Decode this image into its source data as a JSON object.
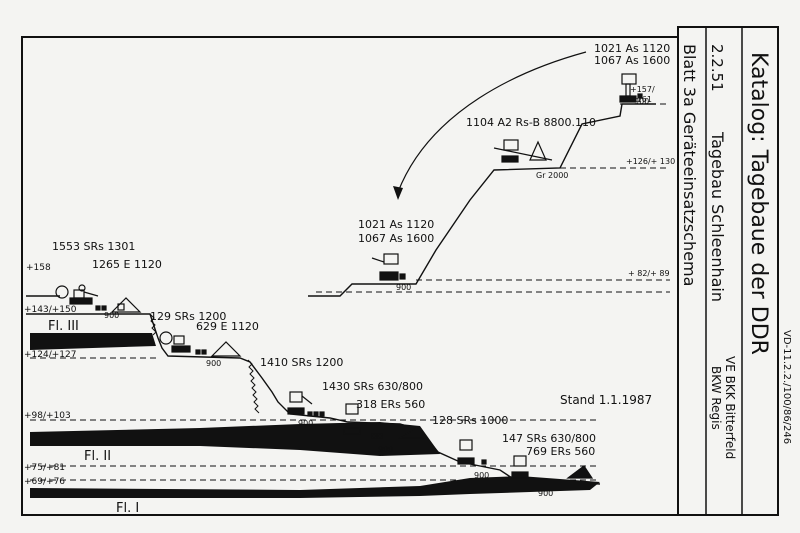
{
  "catalog": {
    "title": "Katalog: Tagebaue der DDR",
    "number": "2.2.51",
    "mine_name": "Tagebau Schleenhain",
    "sheet": "Blatt 3a  Geräteeinsatzschema",
    "company_line1": "VE BKK Bitterfeld",
    "company_line2": "BKW Regis",
    "archive_code": "VD-11.2.2./100/86/246"
  },
  "stand": "Stand  1.1.1987",
  "seams": {
    "seam3": "Fl. III",
    "seam2": "Fl. II",
    "seam1": "Fl. I"
  },
  "levels": {
    "l158": "+158",
    "l143": "+143/+150",
    "l124": "+124/+127",
    "l98": "+98/+103",
    "l75": "+75/+81",
    "l69": "+69/+76",
    "l157": "+157/",
    "l161": "+161",
    "l126": "+126/+ 130",
    "l82": "+ 82/+ 89"
  },
  "equipment": {
    "e1553": "1553 SRs 1301",
    "e1265": "1265  E 1120",
    "e129": "129  SRs  1200",
    "e629": "629  E 1120",
    "e1410": "1410  SRs 1200",
    "e1430": "1430  SRs 630/800",
    "e318": "318  ERs 560",
    "e128": "128   SRs 1000",
    "e147": "147  SRs 630/800",
    "e769": "769  ERs 560",
    "e1021a": "1021 As 1120",
    "e1067a": "1067 As 1600",
    "e1104": "1104  A2 Rs-B  8800.110",
    "e1021b": "1021  As  1120",
    "e1067b": "1067  As  1600"
  },
  "gauges": {
    "g1": "900",
    "g2": "900",
    "g3": "900",
    "g4": "900",
    "g5": "900",
    "g6": "900",
    "g7": "900",
    "g8": "900",
    "gr2000": "Gr 2000"
  }
}
